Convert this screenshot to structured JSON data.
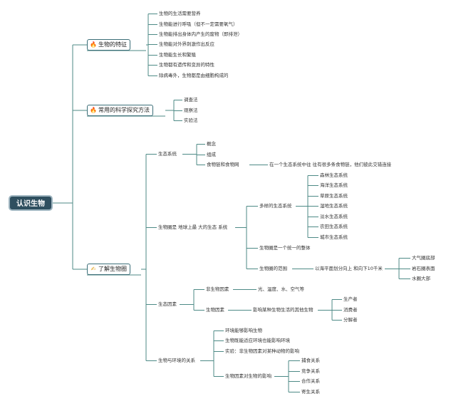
{
  "root": {
    "label": "认识生物"
  },
  "branches": [
    {
      "label": "生物的特征",
      "icon": "flame-icon",
      "items": [
        "生物的生活需要营养",
        "生物能进行呼吸（但不一定需要氧气）",
        "生物能排出身体内产生的废物（即排泄）",
        "生物能对外界刺激作出反应",
        "生物能生长和繁殖",
        "生物都有遗传和变异的特性",
        "除病毒外，生物都是由细胞构成的"
      ]
    },
    {
      "label": "常用的科学探究方法",
      "icon": "flame-icon",
      "items": [
        "调查法",
        "观察法",
        "实验法"
      ]
    },
    {
      "label": "了解生物圈",
      "icon": "hand-icon",
      "ecosystem": {
        "label": "生态系统",
        "items": [
          "概念",
          "组成",
          "食物链和食物网"
        ],
        "foodweb_note": "在一个生态系统中往 往有很多条食物链，他们彼此交错连接"
      },
      "biosphere": {
        "label": "生物圈是 地球上最 大的生态 系统",
        "diverse": {
          "label": "多样的生态系统",
          "items": [
            "森林生态系统",
            "海洋生态系统",
            "草原生态系统",
            "湿地生态系统",
            "淡水生态系统",
            "农田生态系统",
            "城市生态系统"
          ]
        },
        "unified": "生物圈是一个统一的整体",
        "range": {
          "label": "生物圈的范围",
          "desc": "以海平面划分向上 和向下10千米",
          "items": [
            "大气圈底部",
            "岩石圈表面",
            "水圈大部"
          ]
        }
      },
      "factors": {
        "label": "生态因素",
        "abiotic": {
          "label": "非生物因素",
          "desc": "光、温度、水、空气等"
        },
        "biotic": {
          "label": "生物因素",
          "desc": "影响某种生物生活的其他生物",
          "items": [
            "生产者",
            "消费者",
            "分解者"
          ]
        }
      },
      "relation": {
        "label": "生物与环境的关系",
        "items": [
          "环境能够影响生物",
          "生物既能适应环境也能影响环境",
          "实验：非生物因素对某种动物的影响"
        ],
        "between": {
          "label": "生物因素对生物的影响",
          "items": [
            "捕食关系",
            "竞争关系",
            "合作关系",
            "寄生关系"
          ]
        }
      }
    }
  ],
  "colors": {
    "line": "#4d8a86",
    "root_bg": "#2f4f5f",
    "fire": "#1e6fd9",
    "hand": "#e3a21a"
  }
}
